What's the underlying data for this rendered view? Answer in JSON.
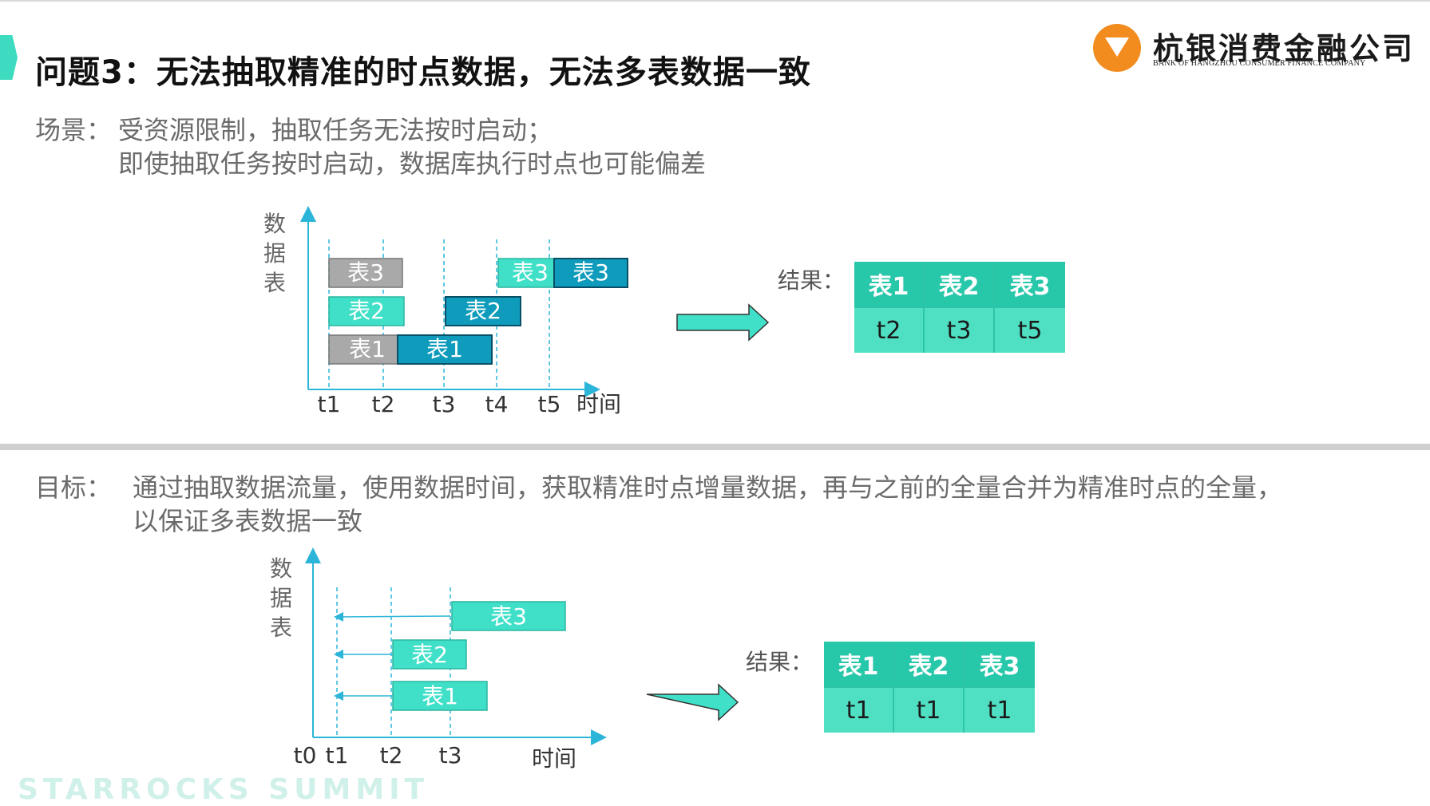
{
  "slide": {
    "title": "问题3：无法抽取精准的时点数据，无法多表数据一致",
    "accent_color": "#3ddbc0"
  },
  "logo": {
    "name": "杭银消费金融公司",
    "subtitle": "BANK OF HANGZHOU CONSUMER FINANCE COMPANY",
    "color": "#f28c1e"
  },
  "scenario": {
    "label": "场景：",
    "line1": "受资源限制，抽取任务无法按时启动；",
    "line2": "即使抽取任务按时启动，数据库执行时点也可能偏差"
  },
  "goal": {
    "label": "目标：",
    "line1": "通过抽取数据流量，使用数据时间，获取精准时点增量数据，再与之前的全量合并为精准时点的全量，",
    "line2": "以保证多表数据一致"
  },
  "diagram1": {
    "y_axis_label": [
      "数",
      "据",
      "表"
    ],
    "x_axis_label": "时间",
    "ticks": [
      "t1",
      "t2",
      "t3",
      "t4",
      "t5"
    ],
    "bars": [
      {
        "label": "表3",
        "style": "gray"
      },
      {
        "label": "表3",
        "style": "teal"
      },
      {
        "label": "表3",
        "style": "blue"
      },
      {
        "label": "表2",
        "style": "teal"
      },
      {
        "label": "表2",
        "style": "blue"
      },
      {
        "label": "表1",
        "style": "gray"
      },
      {
        "label": "表1",
        "style": "blue"
      }
    ],
    "result_label": "结果：",
    "result_headers": [
      "表1",
      "表2",
      "表3"
    ],
    "result_values": [
      "t2",
      "t3",
      "t5"
    ]
  },
  "diagram2": {
    "y_axis_label": [
      "数",
      "据",
      "表"
    ],
    "x_axis_label": "时间",
    "ticks": [
      "t0",
      "t1",
      "t2",
      "t3"
    ],
    "bars": [
      {
        "label": "表3"
      },
      {
        "label": "表2"
      },
      {
        "label": "表1"
      }
    ],
    "result_label": "结果：",
    "result_headers": [
      "表1",
      "表2",
      "表3"
    ],
    "result_values": [
      "t1",
      "t1",
      "t1"
    ]
  },
  "colors": {
    "teal": "#40e0c8",
    "blue": "#0f9cbc",
    "gray": "#a9a9a9",
    "axis": "#2bb5d8",
    "table_header": "#27c7aa",
    "table_cell": "#4fe0c4"
  },
  "footer": {
    "text": "STARROCKS SUMMIT"
  }
}
